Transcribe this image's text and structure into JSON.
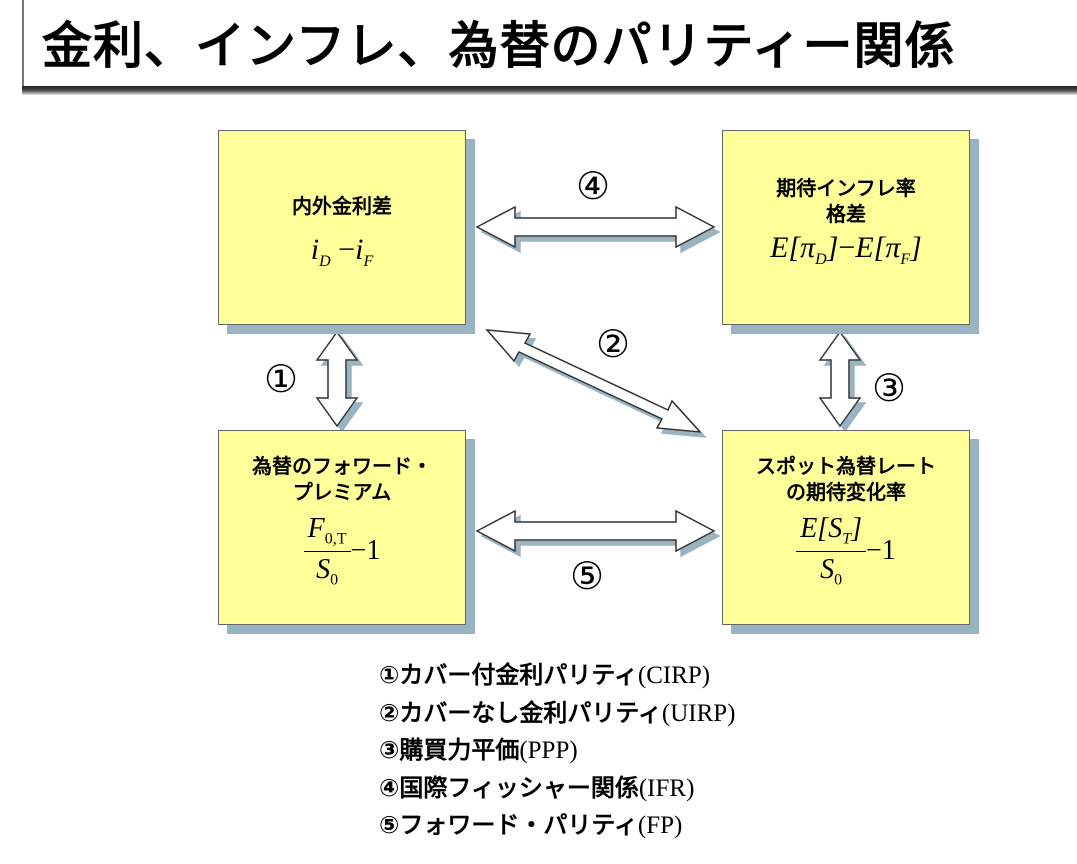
{
  "title": "金利、インフレ、為替のパリティー関係",
  "boxes": {
    "interest_diff": {
      "label": "内外金利差",
      "formula": {
        "i": "i",
        "d": "D",
        "minus": "−",
        "f": "F"
      }
    },
    "inflation_diff": {
      "label_line1": "期待インフレ率",
      "label_line2": "格差",
      "formula": {
        "e1": "E[",
        "pi1": "π",
        "d": "D",
        "close1": "]",
        "minus": "−",
        "e2": "E[",
        "pi2": "π",
        "f": "F",
        "close2": "]"
      }
    },
    "forward_premium": {
      "label_line1": "為替のフォワード・",
      "label_line2": "プレミアム",
      "formula": {
        "num": "F",
        "num_sub": "0,T",
        "den": "S",
        "den_sub": "0",
        "tail": "−1"
      }
    },
    "spot_change": {
      "label_line1": "スポット為替レート",
      "label_line2": "の期待変化率",
      "formula": {
        "num": "E[S",
        "num_sub": "T",
        "num_close": "]",
        "den": "S",
        "den_sub": "0",
        "tail": "−1"
      }
    }
  },
  "arrow_labels": {
    "a1": "①",
    "a2": "②",
    "a3": "③",
    "a4": "④",
    "a5": "⑤"
  },
  "legend": [
    {
      "jp": "①カバー付金利パリティ",
      "en": "(CIRP)"
    },
    {
      "jp": "②カバーなし金利パリティ",
      "en": "(UIRP)"
    },
    {
      "jp": "③購買力平価",
      "en": "(PPP)"
    },
    {
      "jp": "④国際フィッシャー関係",
      "en": "(IFR)"
    },
    {
      "jp": "⑤フォワード・パリティ",
      "en": "(FP)"
    }
  ],
  "colors": {
    "box_fill": "#ffff99",
    "box_shadow": "#9ab3c2",
    "arrow_fill": "#ffffff"
  }
}
